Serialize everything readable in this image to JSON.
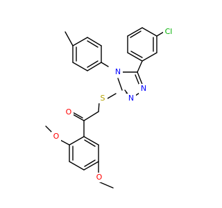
{
  "atom_labels": {
    "chlorine": "Cl",
    "n_triazole_4": "N",
    "n_triazole_1": "N",
    "n_triazole_2": "N",
    "sulfur": "S",
    "oxygen_carbonyl": "O",
    "oxygen_methoxy_2": "O",
    "oxygen_methoxy_5": "O"
  },
  "colors": {
    "bond": "#000000",
    "carbon": "#000000",
    "nitrogen": "#0000ff",
    "oxygen": "#ff0000",
    "sulfur": "#b3a000",
    "chlorine": "#00b000",
    "background": "#ffffff"
  }
}
